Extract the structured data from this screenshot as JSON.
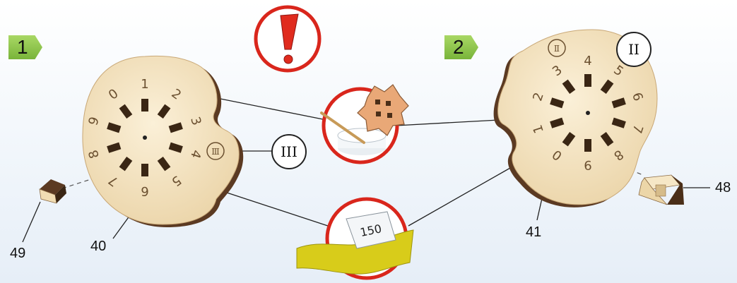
{
  "steps": [
    {
      "number": "1"
    },
    {
      "number": "2"
    }
  ],
  "parts": {
    "left_block": "49",
    "left_disc": "40",
    "right_disc": "41",
    "right_block": "48"
  },
  "callouts": {
    "left": "III",
    "right": "II"
  },
  "left_disc_digits": [
    "0",
    "1",
    "2",
    "3",
    "4",
    "5",
    "6",
    "7",
    "8",
    "9"
  ],
  "left_disc_mark": "Ⅲ",
  "right_disc_digits": [
    "0",
    "1",
    "2",
    "3",
    "4",
    "5",
    "6",
    "7",
    "8",
    "9"
  ],
  "right_disc_mark": "Ⅱ",
  "sandpaper_grit": "150",
  "icons": {
    "warning": "exclamation-icon",
    "glue": "glue-cup-icon",
    "sanding": "sandpaper-icon"
  },
  "colors": {
    "badge": "#8cc84b",
    "warning_ring": "#d9261c",
    "plywood": "#f3e2c0",
    "plywood_edge": "#5b3a22",
    "sand": "#d8cc1a"
  }
}
